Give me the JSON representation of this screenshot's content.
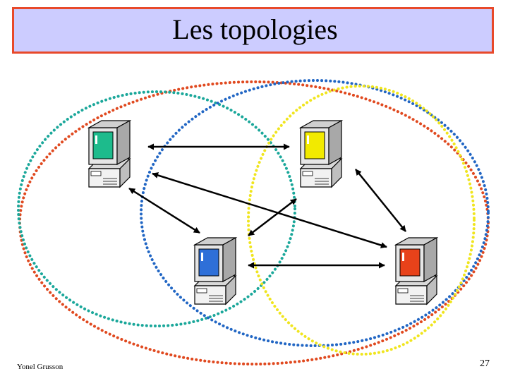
{
  "slide": {
    "title": "Les topologies",
    "author": "Yonel Grusson",
    "page_number": "27"
  },
  "diagram": {
    "computers": [
      {
        "id": "c1",
        "screen_color": "#1dbb8c"
      },
      {
        "id": "c2",
        "screen_color": "#f2ea00"
      },
      {
        "id": "c3",
        "screen_color": "#2e6fd8"
      },
      {
        "id": "c4",
        "screen_color": "#e8421a"
      }
    ],
    "links": [
      {
        "from": "c1",
        "to": "c2"
      },
      {
        "from": "c1",
        "to": "c3"
      },
      {
        "from": "c1",
        "to": "c4"
      },
      {
        "from": "c2",
        "to": "c3"
      },
      {
        "from": "c2",
        "to": "c4"
      },
      {
        "from": "c3",
        "to": "c4"
      }
    ],
    "ellipse_colors": [
      "#e0491f",
      "#1aa79a",
      "#2166c4",
      "#f0e51e"
    ]
  },
  "colors": {
    "title_background": "#ccccff",
    "title_border": "#e8492a"
  }
}
